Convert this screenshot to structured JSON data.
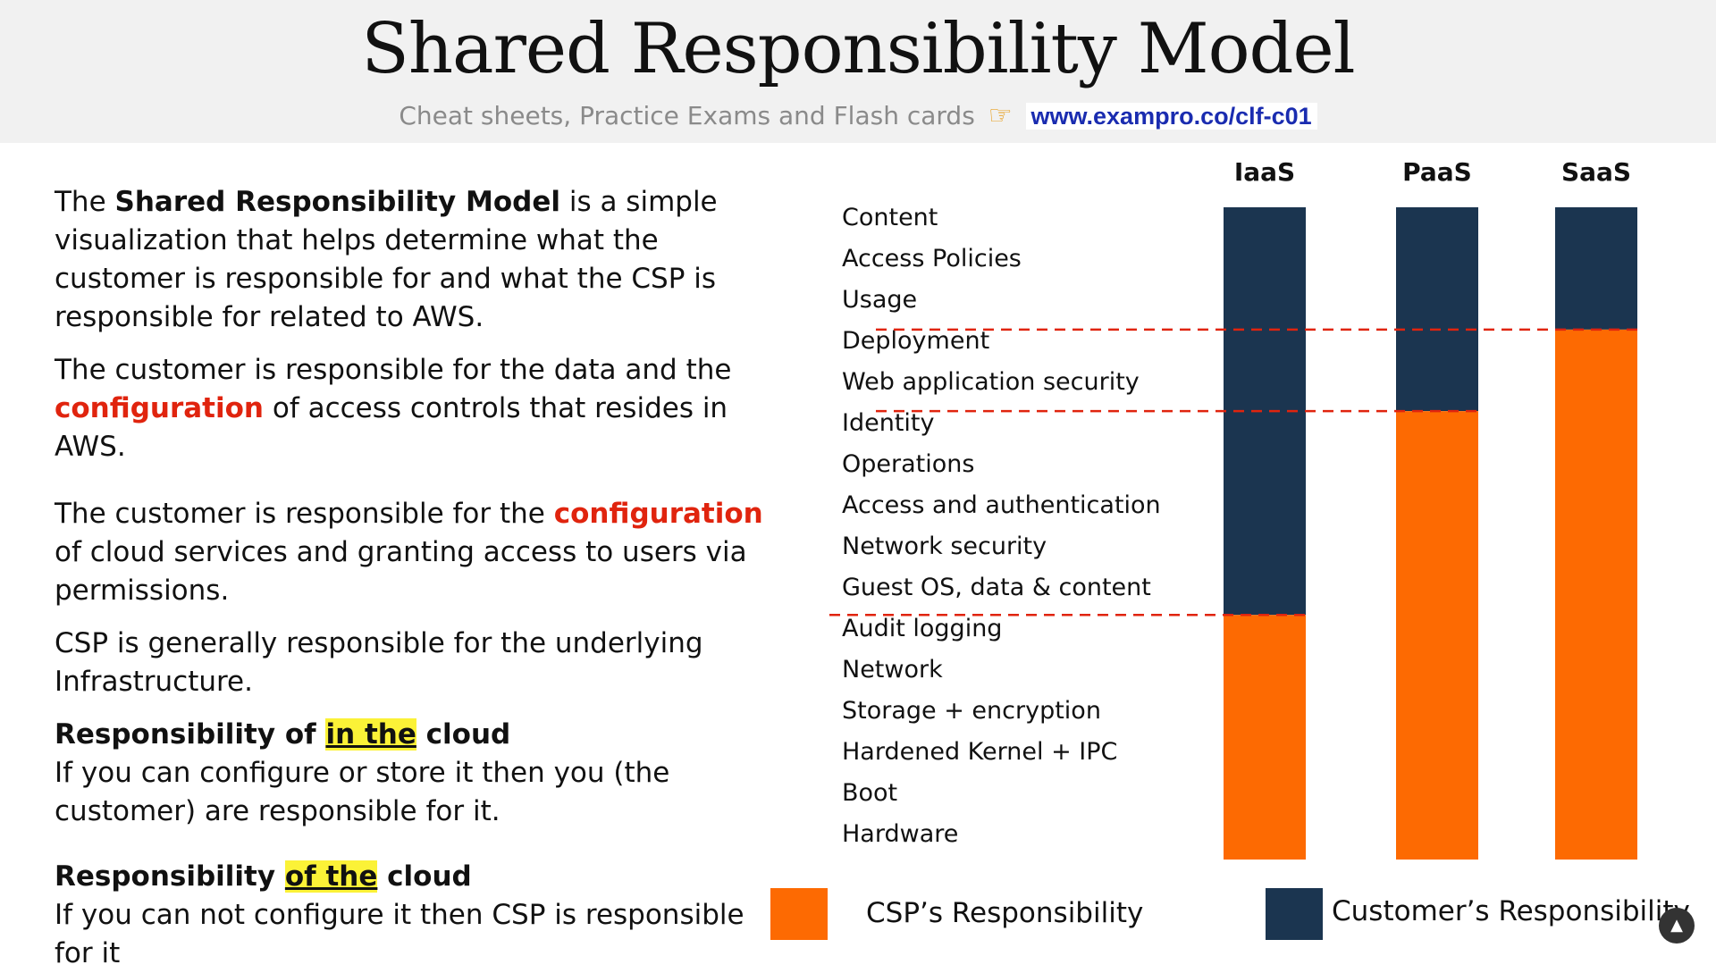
{
  "header": {
    "title": "Shared Responsibility Model",
    "subtitle": "Cheat sheets, Practice Exams and Flash cards",
    "pointer_icon": "pointing-hand-icon",
    "link": "www.exampro.co/clf-c01"
  },
  "left": {
    "p1": {
      "a": "The ",
      "b": "Shared Responsibility Model",
      "c": " is a simple visualization that helps determine what the customer is responsible for and what the CSP is responsible for related to AWS."
    },
    "p2": {
      "a": "The customer is responsible for the data and the ",
      "b": "configuration",
      "c": " of access controls that resides in AWS."
    },
    "p3": {
      "a": "The customer is responsible for the ",
      "b": "configuration",
      "c": " of cloud services and granting access to users via permissions."
    },
    "p4": "CSP is generally responsible for the underlying Infrastructure.",
    "in_cloud": {
      "a": "Responsibility of ",
      "b": "in the",
      "c": " cloud",
      "body": "If you can configure or store it then you (the customer) are responsible for it."
    },
    "of_cloud": {
      "a": "Responsibility ",
      "b": "of the",
      "c": " cloud",
      "body": "If you can not configure it then CSP is responsible for it"
    }
  },
  "chart_data": {
    "type": "stacked-bar",
    "categories": [
      "IaaS",
      "PaaS",
      "SaaS"
    ],
    "layers": [
      "Content",
      "Access Policies",
      "Usage",
      "Deployment",
      "Web application security",
      "Identity",
      "Operations",
      "Access and authentication",
      "Network security",
      "Guest OS, data & content",
      "Audit logging",
      "Network",
      "Storage + encryption",
      "Hardened Kernel + IPC",
      "Boot",
      "Hardware"
    ],
    "customer_layers": [
      10,
      5,
      3
    ],
    "series": [
      {
        "name": "Customer’s Responsibility",
        "color": "#1b3550"
      },
      {
        "name": "CSP’s Responsibility",
        "color": "#fd6a02"
      }
    ],
    "divider_color": "#e0240e"
  },
  "legend": {
    "csp": "CSP’s Responsibility",
    "customer": "Customer’s Responsibility"
  }
}
